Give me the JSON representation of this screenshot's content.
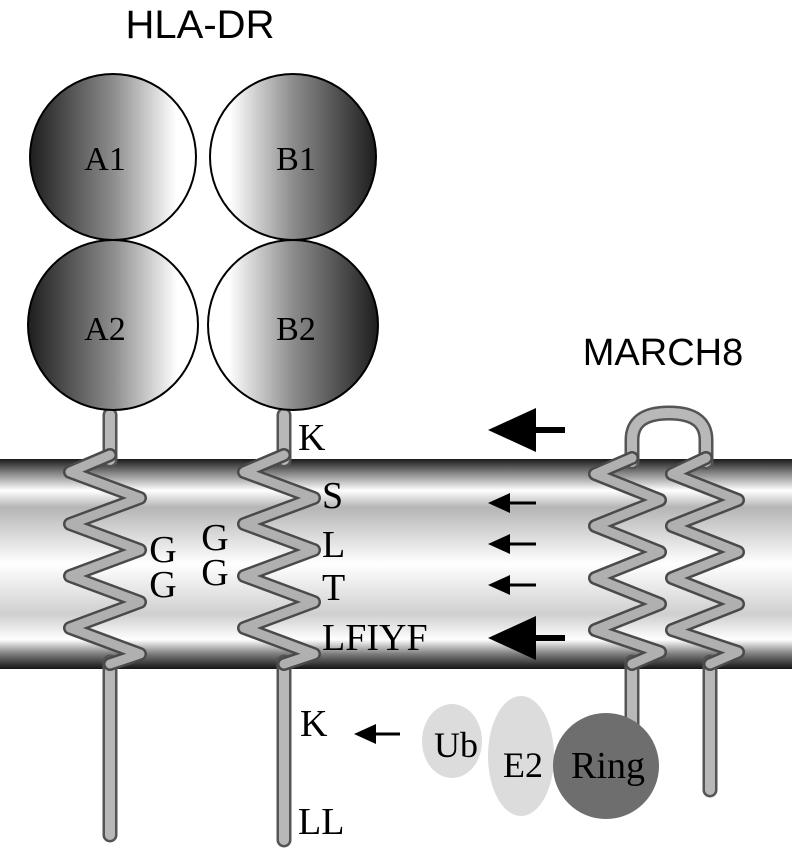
{
  "titles": {
    "hla": "HLA-DR",
    "march": "MARCH8"
  },
  "domains": {
    "a1": "A1",
    "b1": "B1",
    "a2": "A2",
    "b2": "B2"
  },
  "residues": {
    "g_alpha_1": "G",
    "g_alpha_2": "G",
    "g_beta_1": "G",
    "g_beta_2": "G",
    "k_top": "K",
    "s": "S",
    "l": "L",
    "t": "T",
    "lfiyf": "LFIYF",
    "k_bottom": "K",
    "ll": "LL"
  },
  "complex": {
    "ub": "Ub",
    "e2": "E2",
    "ring": "Ring"
  },
  "colors": {
    "membrane_dark": "#1a1a1a",
    "membrane_light": "#ffffff",
    "helix": "#a6a6a6",
    "ub_fill": "#dcdcdc",
    "e2_fill": "#dcdcdc",
    "ring_fill": "#6e6e6e"
  }
}
